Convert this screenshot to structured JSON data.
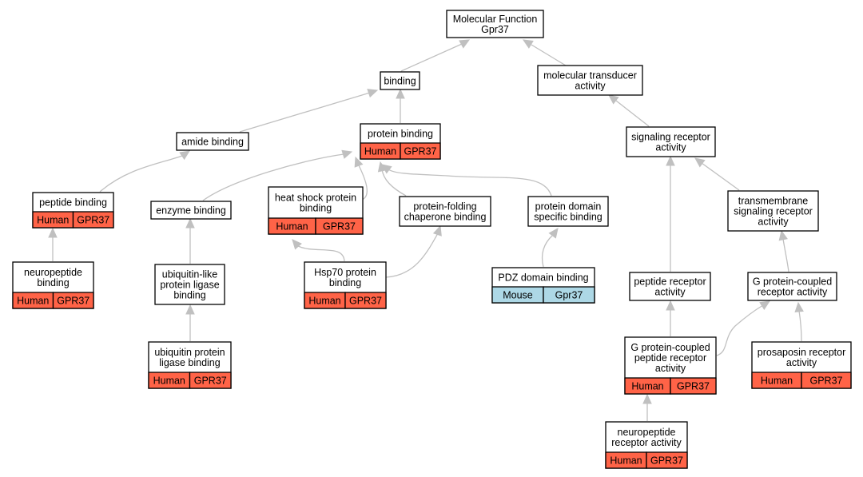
{
  "colors": {
    "human": "#ff6347",
    "mouse": "#add8e6",
    "edge": "#c0c0c0",
    "border": "#000000"
  },
  "nodes": [
    {
      "id": "root",
      "lines": [
        "Molecular Function",
        "Gpr37"
      ],
      "cells": []
    },
    {
      "id": "binding",
      "lines": [
        "binding"
      ],
      "cells": []
    },
    {
      "id": "mol_transducer",
      "lines": [
        "molecular transducer",
        "activity"
      ],
      "cells": []
    },
    {
      "id": "amide_binding",
      "lines": [
        "amide binding"
      ],
      "cells": []
    },
    {
      "id": "protein_binding",
      "lines": [
        "protein binding"
      ],
      "cells": [
        {
          "label": "Human",
          "org": "human"
        },
        {
          "label": "GPR37",
          "org": "human"
        }
      ]
    },
    {
      "id": "signaling_receptor",
      "lines": [
        "signaling receptor",
        "activity"
      ],
      "cells": []
    },
    {
      "id": "peptide_binding",
      "lines": [
        "peptide binding"
      ],
      "cells": [
        {
          "label": "Human",
          "org": "human"
        },
        {
          "label": "GPR37",
          "org": "human"
        }
      ]
    },
    {
      "id": "enzyme_binding",
      "lines": [
        "enzyme binding"
      ],
      "cells": []
    },
    {
      "id": "hsp_binding",
      "lines": [
        "heat shock protein",
        "binding"
      ],
      "cells": [
        {
          "label": "Human",
          "org": "human"
        },
        {
          "label": "GPR37",
          "org": "human"
        }
      ]
    },
    {
      "id": "chaperone_binding",
      "lines": [
        "protein-folding",
        "chaperone binding"
      ],
      "cells": []
    },
    {
      "id": "domain_specific",
      "lines": [
        "protein domain",
        "specific binding"
      ],
      "cells": []
    },
    {
      "id": "tm_signaling",
      "lines": [
        "transmembrane",
        "signaling receptor",
        "activity"
      ],
      "cells": []
    },
    {
      "id": "neuropeptide_binding",
      "lines": [
        "neuropeptide",
        "binding"
      ],
      "cells": [
        {
          "label": "Human",
          "org": "human"
        },
        {
          "label": "GPR37",
          "org": "human"
        }
      ]
    },
    {
      "id": "ubl_ligase_binding",
      "lines": [
        "ubiquitin-like",
        "protein ligase",
        "binding"
      ],
      "cells": []
    },
    {
      "id": "hsp70_binding",
      "lines": [
        "Hsp70 protein",
        "binding"
      ],
      "cells": [
        {
          "label": "Human",
          "org": "human"
        },
        {
          "label": "GPR37",
          "org": "human"
        }
      ]
    },
    {
      "id": "pdz_binding",
      "lines": [
        "PDZ domain binding"
      ],
      "cells": [
        {
          "label": "Mouse",
          "org": "mouse"
        },
        {
          "label": "Gpr37",
          "org": "mouse"
        }
      ]
    },
    {
      "id": "peptide_receptor",
      "lines": [
        "peptide receptor",
        "activity"
      ],
      "cells": []
    },
    {
      "id": "gpcr_activity",
      "lines": [
        "G protein-coupled",
        "receptor activity"
      ],
      "cells": []
    },
    {
      "id": "ub_ligase_binding",
      "lines": [
        "ubiquitin protein",
        "ligase binding"
      ],
      "cells": [
        {
          "label": "Human",
          "org": "human"
        },
        {
          "label": "GPR37",
          "org": "human"
        }
      ]
    },
    {
      "id": "gpcr_peptide",
      "lines": [
        "G protein-coupled",
        "peptide receptor",
        "activity"
      ],
      "cells": [
        {
          "label": "Human",
          "org": "human"
        },
        {
          "label": "GPR37",
          "org": "human"
        }
      ]
    },
    {
      "id": "prosaposin",
      "lines": [
        "prosaposin receptor",
        "activity"
      ],
      "cells": [
        {
          "label": "Human",
          "org": "human"
        },
        {
          "label": "GPR37",
          "org": "human"
        }
      ]
    },
    {
      "id": "neuropeptide_receptor",
      "lines": [
        "neuropeptide",
        "receptor activity"
      ],
      "cells": [
        {
          "label": "Human",
          "org": "human"
        },
        {
          "label": "GPR37",
          "org": "human"
        }
      ]
    }
  ],
  "edges": [
    {
      "from": "binding",
      "to": "root"
    },
    {
      "from": "mol_transducer",
      "to": "root"
    },
    {
      "from": "amide_binding",
      "to": "binding"
    },
    {
      "from": "protein_binding",
      "to": "binding"
    },
    {
      "from": "signaling_receptor",
      "to": "mol_transducer"
    },
    {
      "from": "peptide_binding",
      "to": "amide_binding"
    },
    {
      "from": "enzyme_binding",
      "to": "protein_binding"
    },
    {
      "from": "hsp_binding",
      "to": "protein_binding"
    },
    {
      "from": "chaperone_binding",
      "to": "protein_binding"
    },
    {
      "from": "domain_specific",
      "to": "protein_binding"
    },
    {
      "from": "peptide_receptor",
      "to": "signaling_receptor"
    },
    {
      "from": "tm_signaling",
      "to": "signaling_receptor"
    },
    {
      "from": "neuropeptide_binding",
      "to": "peptide_binding"
    },
    {
      "from": "ubl_ligase_binding",
      "to": "enzyme_binding"
    },
    {
      "from": "hsp70_binding",
      "to": "hsp_binding"
    },
    {
      "from": "hsp70_binding",
      "to": "chaperone_binding"
    },
    {
      "from": "pdz_binding",
      "to": "domain_specific"
    },
    {
      "from": "gpcr_activity",
      "to": "tm_signaling"
    },
    {
      "from": "ub_ligase_binding",
      "to": "ubl_ligase_binding"
    },
    {
      "from": "gpcr_peptide",
      "to": "peptide_receptor"
    },
    {
      "from": "gpcr_peptide",
      "to": "gpcr_activity"
    },
    {
      "from": "prosaposin",
      "to": "gpcr_activity"
    },
    {
      "from": "neuropeptide_receptor",
      "to": "gpcr_peptide"
    }
  ]
}
